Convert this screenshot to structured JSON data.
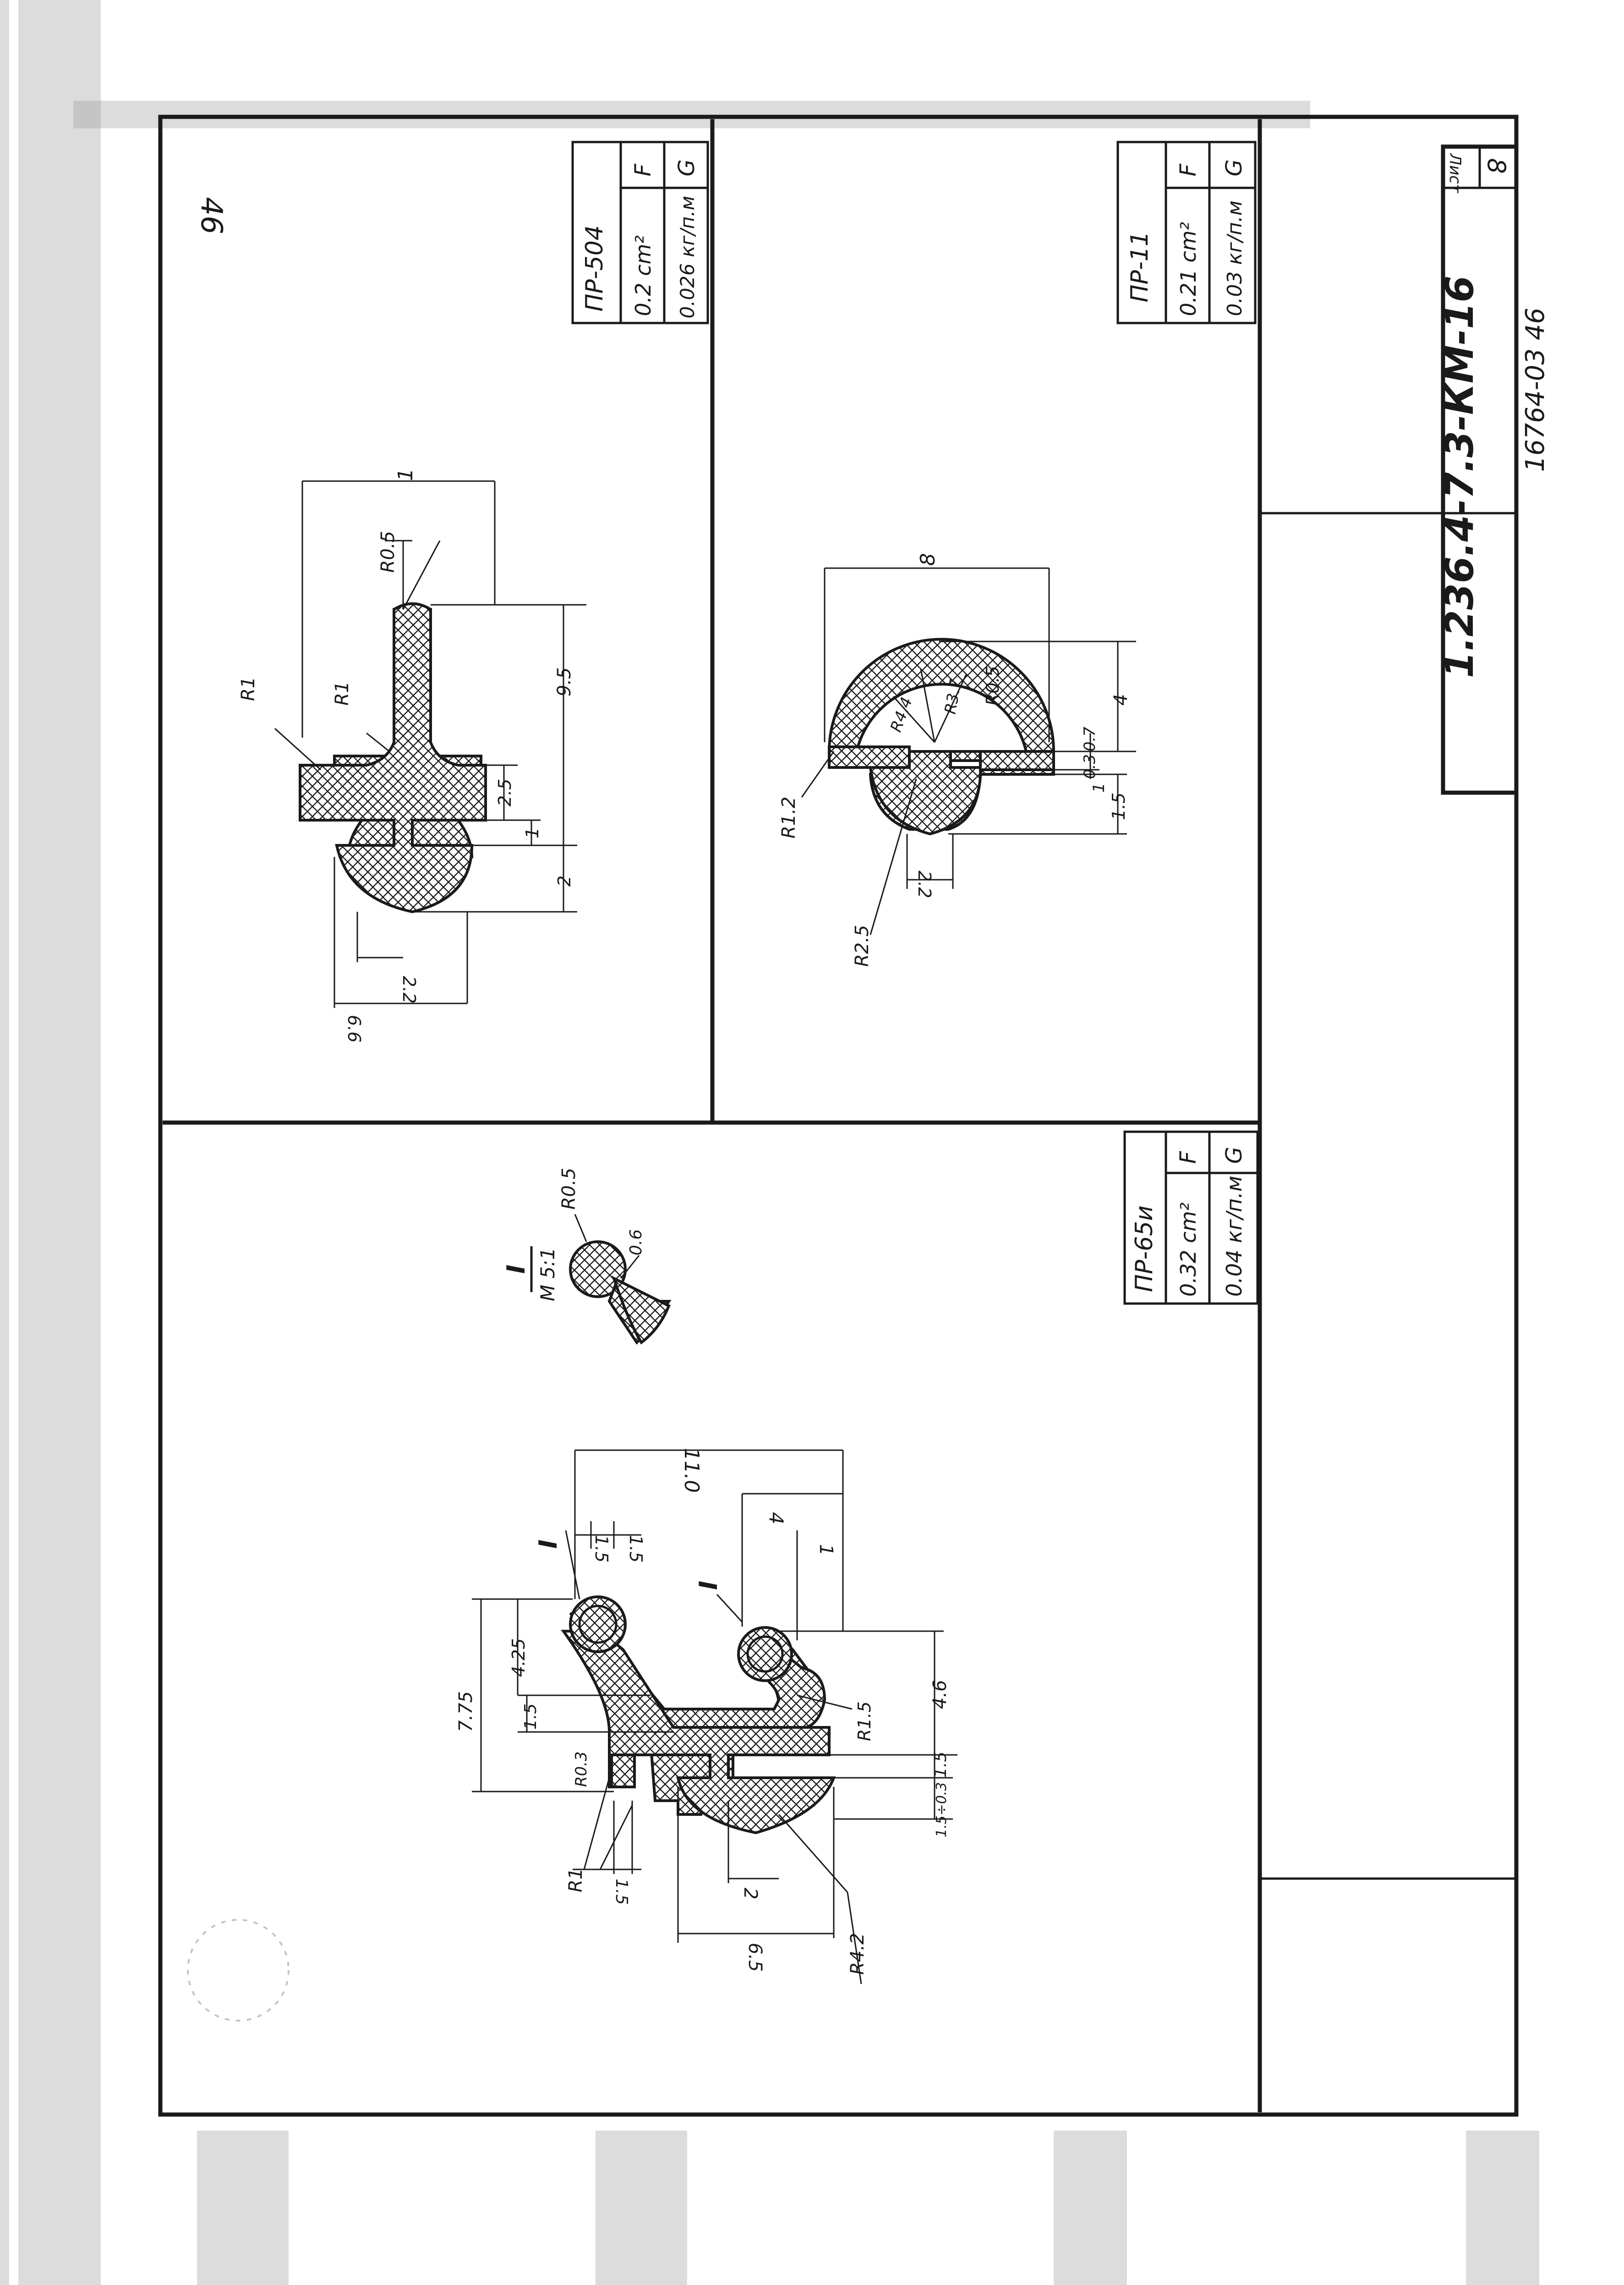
{
  "sheet": {
    "page_number": "46",
    "sheet_label": "Лист",
    "sheet_number": "8",
    "designation": "1.236.4-7.3-КМ-16",
    "archive_number": "16764-03  46"
  },
  "profiles": [
    {
      "id": "pr-504",
      "name": "ПР-504",
      "f_label": "F",
      "f_value": "0.2 cm²",
      "g_label": "G",
      "g_value": "0.026 кг/п.м",
      "dims": {
        "r1_outer": "R1",
        "r1_inner": "R1",
        "r05": "R0.5",
        "width_top": "1",
        "h_stem": "9.5",
        "h_flange": "2.5",
        "h_1": "1",
        "h_2": "2",
        "w_neck": "2.2",
        "w_base": "6.6"
      }
    },
    {
      "id": "pr-11",
      "name": "ПР-11",
      "f_label": "F",
      "f_value": "0.21 cm²",
      "g_label": "G",
      "g_value": "0.03 кг/п.м",
      "dims": {
        "width_top": "8",
        "r44": "R4.4",
        "r37": "R3.7",
        "r05": "R0.5",
        "r12": "R1.2",
        "r25": "R2.5",
        "h_4": "4",
        "h_07": "0.7",
        "h_1": "1",
        "h_15": "1.5",
        "h_03": "0.3",
        "w_neck": "2.2"
      }
    },
    {
      "id": "pr-65u",
      "name": "ПР-65и",
      "f_label": "F",
      "f_value": "0.32 cm²",
      "g_label": "G",
      "g_value": "0.04 кг/п.м",
      "dims": {
        "w_total": "11.0",
        "w_4": "4",
        "w_1": "1",
        "w_15a": "1.5",
        "w_15b": "1.5",
        "h_775": "7.75",
        "h_425": "4.25",
        "h_15": "1.5",
        "h_46": "4.6",
        "h_15b": "1.5",
        "h_15c": "1.5÷0.3",
        "r02": "R0.3",
        "r1": "R1",
        "r15": "R1.5",
        "r42": "R4.2",
        "w_2": "2",
        "w_65": "6.5",
        "w_15d": "1.5",
        "mark_I_a": "I",
        "mark_I_b": "I"
      },
      "detail": {
        "title": "I",
        "scale": "M 5:1",
        "r05": "R0.5",
        "d06": "0.6"
      }
    }
  ]
}
